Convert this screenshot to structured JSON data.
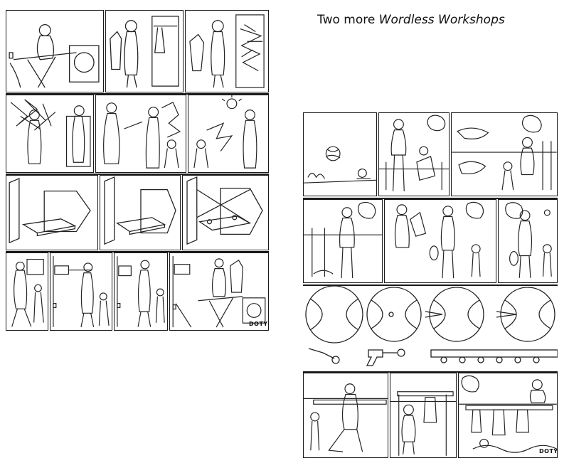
{
  "header": {
    "title_prefix": "Two more ",
    "title_emphasis": "Wordless Workshops"
  },
  "signatures": {
    "left": "DOTY",
    "right": "DOTY"
  }
}
